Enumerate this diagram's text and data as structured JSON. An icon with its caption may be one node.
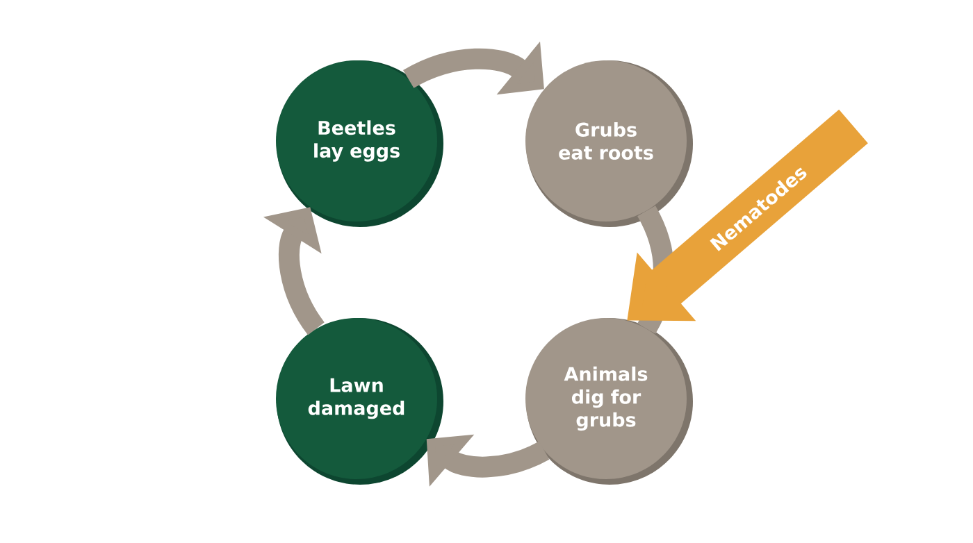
{
  "diagram": {
    "nodes": [
      {
        "text": [
          "Beetles lay eggs"
        ]
      },
      {
        "text": [
          "Grubs eat roots"
        ]
      },
      {
        "text": [
          "Animals dig for grubs"
        ]
      },
      {
        "text": [
          "Lawn damaged"
        ]
      }
    ],
    "edges": [
      {
        "from": 0,
        "to": 1,
        "arrow": "to"
      },
      {
        "from": 1,
        "to": 2,
        "arrow": "none"
      },
      {
        "from": 2,
        "to": 3,
        "arrow": "to"
      },
      {
        "from": 3,
        "to": 0,
        "arrow": "to"
      },
      {
        "from": null,
        "to": 2,
        "arrow": "to",
        "label": "Nematodes",
        "style": "thick",
        "color": "#e8a23a"
      }
    ]
  }
}
